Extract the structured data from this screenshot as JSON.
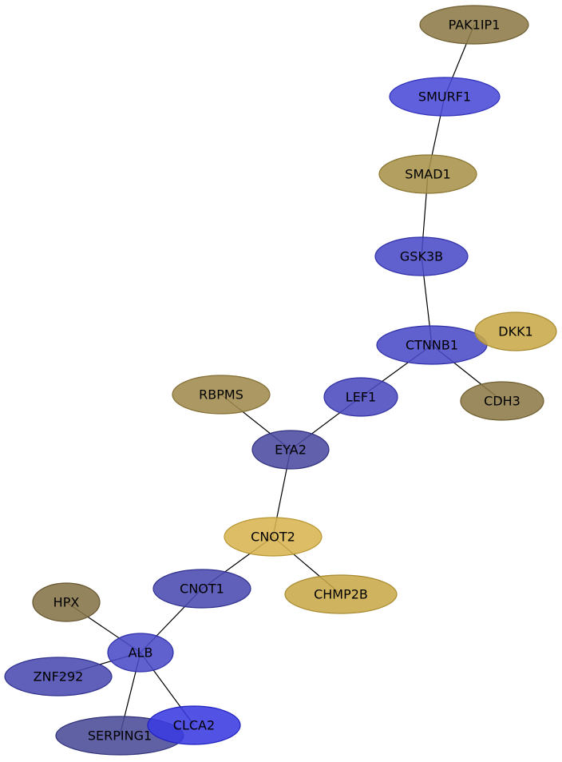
{
  "graph": {
    "nodes": [
      {
        "id": "PAK1IP1",
        "label": "PAK1IP1",
        "fill": "#8c7a48",
        "stroke": "#6e5e30"
      },
      {
        "id": "SMURF1",
        "label": "SMURF1",
        "fill": "#4a4ad8",
        "stroke": "#2f2fb8"
      },
      {
        "id": "SMAD1",
        "label": "SMAD1",
        "fill": "#a8924a",
        "stroke": "#8a7630"
      },
      {
        "id": "GSK3B",
        "label": "GSK3B",
        "fill": "#4a4ac8",
        "stroke": "#2f2fa8"
      },
      {
        "id": "CTNNB1",
        "label": "CTNNB1",
        "fill": "#4a4ac8",
        "stroke": "#2f2fa8"
      },
      {
        "id": "DKK1",
        "label": "DKK1",
        "fill": "#c8a848",
        "stroke": "#a88a30"
      },
      {
        "id": "CDH3",
        "label": "CDH3",
        "fill": "#8c7a48",
        "stroke": "#6e5e30"
      },
      {
        "id": "LEF1",
        "label": "LEF1",
        "fill": "#4a4abf",
        "stroke": "#2f2fa0"
      },
      {
        "id": "RBPMS",
        "label": "RBPMS",
        "fill": "#a08a4c",
        "stroke": "#826e32"
      },
      {
        "id": "EYA2",
        "label": "EYA2",
        "fill": "#4a4aa0",
        "stroke": "#30307e"
      },
      {
        "id": "CNOT2",
        "label": "CNOT2",
        "fill": "#d8b450",
        "stroke": "#b89634"
      },
      {
        "id": "CHMP2B",
        "label": "CHMP2B",
        "fill": "#c8a848",
        "stroke": "#a88a30"
      },
      {
        "id": "CNOT1",
        "label": "CNOT1",
        "fill": "#4a4ab0",
        "stroke": "#30308e"
      },
      {
        "id": "HPX",
        "label": "HPX",
        "fill": "#857348",
        "stroke": "#675630"
      },
      {
        "id": "ALB",
        "label": "ALB",
        "fill": "#4a4ac8",
        "stroke": "#2f2fa8"
      },
      {
        "id": "ZNF292",
        "label": "ZNF292",
        "fill": "#4a4ab0",
        "stroke": "#30308e"
      },
      {
        "id": "SERPING1",
        "label": "SERPING1",
        "fill": "#4a4a98",
        "stroke": "#303078"
      },
      {
        "id": "CLCA2",
        "label": "CLCA2",
        "fill": "#3a3ae0",
        "stroke": "#2222c0"
      }
    ],
    "edges": [
      [
        "PAK1IP1",
        "SMURF1"
      ],
      [
        "SMURF1",
        "SMAD1"
      ],
      [
        "SMAD1",
        "GSK3B"
      ],
      [
        "GSK3B",
        "CTNNB1"
      ],
      [
        "CTNNB1",
        "CDH3"
      ],
      [
        "CTNNB1",
        "LEF1"
      ],
      [
        "LEF1",
        "EYA2"
      ],
      [
        "RBPMS",
        "EYA2"
      ],
      [
        "EYA2",
        "CNOT2"
      ],
      [
        "CNOT2",
        "CHMP2B"
      ],
      [
        "CNOT2",
        "CNOT1"
      ],
      [
        "CNOT1",
        "ALB"
      ],
      [
        "HPX",
        "ALB"
      ],
      [
        "ZNF292",
        "ALB"
      ],
      [
        "ALB",
        "SERPING1"
      ],
      [
        "ALB",
        "CLCA2"
      ]
    ]
  }
}
